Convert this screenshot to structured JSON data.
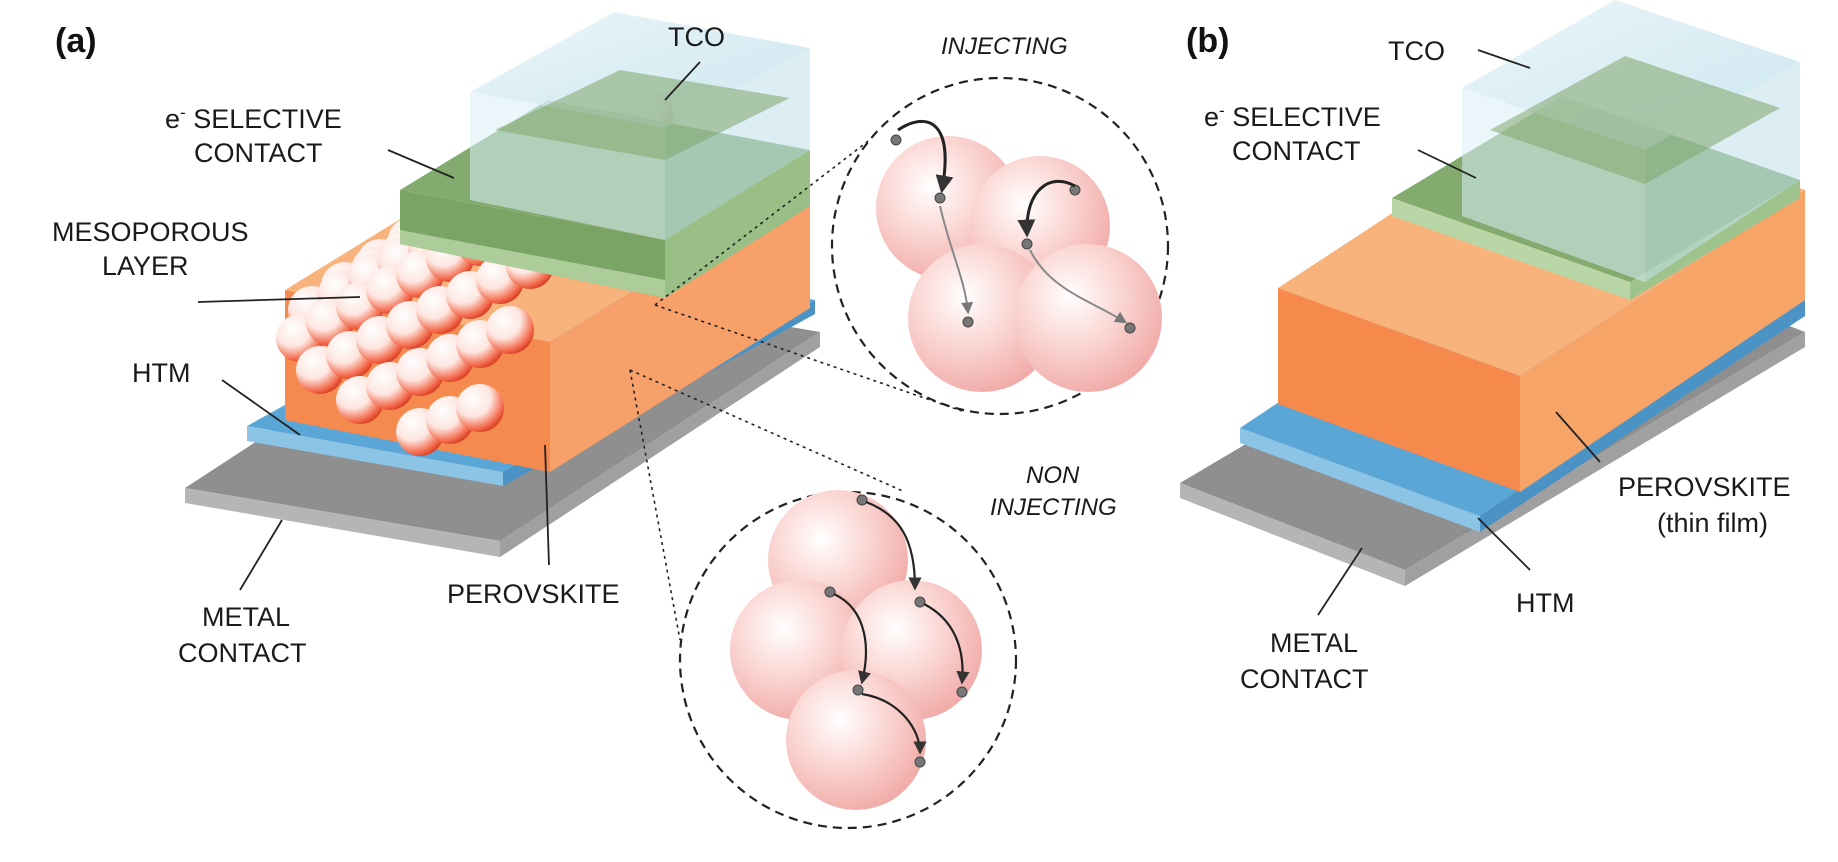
{
  "panels": [
    {
      "tag": "(a)",
      "labels": {
        "tco": "TCO",
        "e_selective_prefix": "e",
        "e_selective_sup": "-",
        "e_selective_line1": " SELECTIVE",
        "e_selective_line2": "CONTACT",
        "mesoporous_line1": "MESOPOROUS",
        "mesoporous_line2": "LAYER",
        "htm": "HTM",
        "metal_line1": "METAL",
        "metal_line2": "CONTACT",
        "perovskite": "PEROVSKITE"
      },
      "insets": {
        "injecting": "INJECTING",
        "non_injecting_line1": "NON",
        "non_injecting_line2": "INJECTING"
      }
    },
    {
      "tag": "(b)",
      "labels": {
        "tco": "TCO",
        "e_selective_prefix": "e",
        "e_selective_sup": "-",
        "e_selective_line1": " SELECTIVE",
        "e_selective_line2": "CONTACT",
        "perovskite_line1": "PEROVSKITE",
        "perovskite_line2": "(thin film)",
        "htm": "HTM",
        "metal_line1": "METAL",
        "metal_line2": "CONTACT"
      }
    }
  ],
  "colors": {
    "tco": "#cfe9f2",
    "e_selective": "#7fa56a",
    "perovskite": "#f6a268",
    "htm": "#5aa6d6",
    "metal": "#8c8c8c",
    "particle": "#f6c2c0"
  }
}
